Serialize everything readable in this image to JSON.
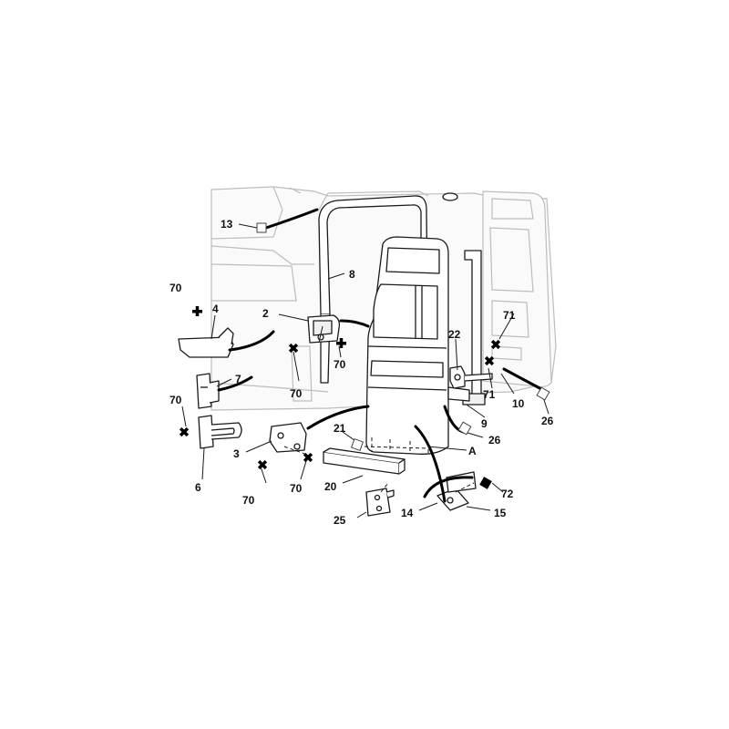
{
  "callouts": {
    "c2": "2",
    "c3": "3",
    "c4": "4",
    "c6": "6",
    "c7": "7",
    "c8": "8",
    "c9": "9",
    "c10": "10",
    "c13": "13",
    "c14": "14",
    "c15": "15",
    "c20": "20",
    "c21": "21",
    "c22": "22",
    "c25": "25",
    "c26a": "26",
    "c26b": "26",
    "c70a": "70",
    "c70b": "70",
    "c70c": "70",
    "c70d": "70",
    "c70e": "70",
    "c70f": "70",
    "c71a": "71",
    "c71b": "71",
    "c72": "72",
    "cA": "A"
  },
  "symbols": {
    "plus": "plus-mark",
    "cross": "cross-mark",
    "square": "open-square",
    "black_square": "filled-square"
  }
}
